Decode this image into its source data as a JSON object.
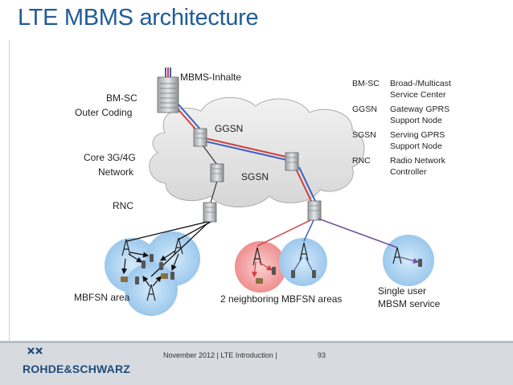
{
  "slide": {
    "title": "LTE MBMS architecture"
  },
  "diagram": {
    "labels": {
      "mbms_content": "MBMS-Inhalte",
      "bmsc_line1": "BM-SC",
      "bmsc_line2": "Outer Coding",
      "core_line1": "Core 3G/4G",
      "core_line2": "Network",
      "rnc": "RNC",
      "ggsn": "GGSN",
      "sgsn": "SGSN",
      "mbfsn_area": "MBFSN area",
      "neighboring": "2 neighboring MBFSN areas",
      "single_line1": "Single user",
      "single_line2": "MBSM service"
    },
    "legend": [
      {
        "abbr": "BM-SC",
        "desc": [
          "Broad-/Multicast",
          "Service Center"
        ]
      },
      {
        "abbr": "GGSN",
        "desc": [
          "Gateway GPRS",
          "Support Node"
        ]
      },
      {
        "abbr": "SGSN",
        "desc": [
          "Serving GPRS",
          "Support Node"
        ]
      },
      {
        "abbr": "RNC",
        "desc": [
          "Radio Network",
          "Controller"
        ]
      }
    ],
    "colors": {
      "cell_blue": "#a8d0f0",
      "cell_red": "#f4a0a0",
      "link_red": "#d04040",
      "link_blue": "#4060c0",
      "link_purple": "#7050a0",
      "title_blue": "#1f5c99"
    }
  },
  "footer": {
    "brand": "ROHDE&SCHWARZ",
    "text": "November 2012 | LTE Introduction  |",
    "page": "93"
  }
}
